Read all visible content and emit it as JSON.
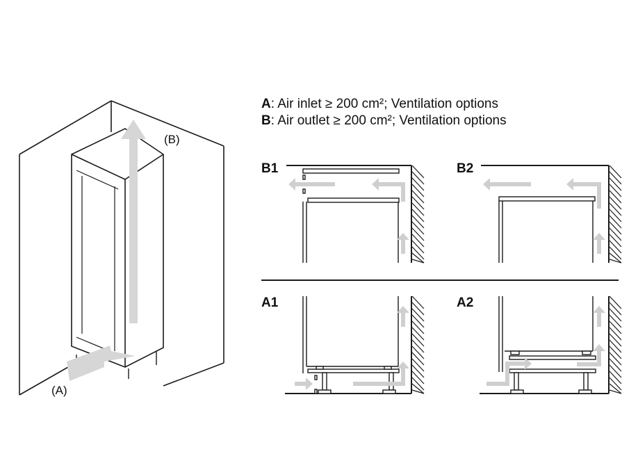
{
  "legend": [
    {
      "key": "A",
      "text": ": Air inlet ≥ 200 cm²; Ventilation options"
    },
    {
      "key": "B",
      "text": ": Air outlet ≥ 200 cm²; Ventilation options"
    }
  ],
  "callouts": {
    "inlet": "(A)",
    "outlet": "(B)"
  },
  "panels": {
    "b1": "B1",
    "b2": "B2",
    "a1": "A1",
    "a2": "A2"
  },
  "colors": {
    "line": "#1a1a1a",
    "arrow": "#cfcfcf"
  }
}
